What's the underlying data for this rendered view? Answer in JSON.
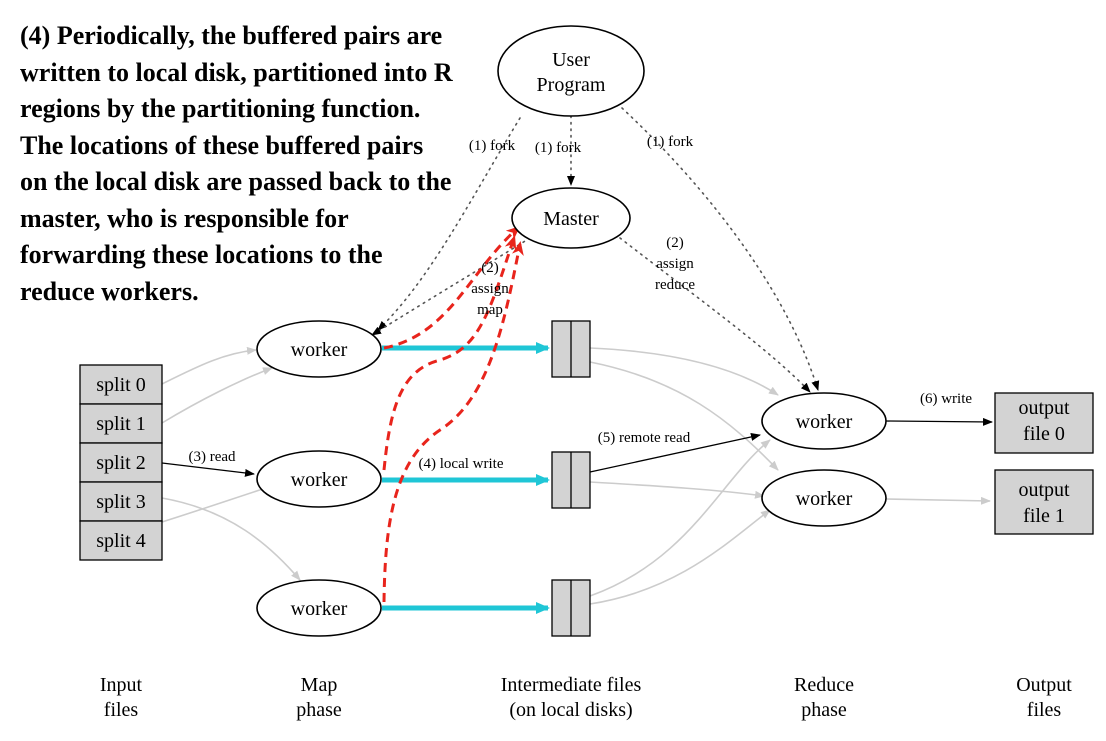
{
  "annotation": {
    "lines": [
      "(4) Periodically, the buffered pairs are",
      "written to local disk, partitioned into R",
      "regions by the partitioning function.",
      "The locations of these buffered pairs",
      "on the local disk are passed back to the",
      "master, who is responsible for",
      "forwarding these locations to the",
      "reduce workers."
    ]
  },
  "nodes": {
    "user_program": [
      "User",
      "Program"
    ],
    "master": "Master",
    "map_worker": "worker",
    "reduce_worker": "worker",
    "splits": [
      "split 0",
      "split 1",
      "split 2",
      "split 3",
      "split 4"
    ],
    "outputs": [
      [
        "output",
        "file 0"
      ],
      [
        "output",
        "file 1"
      ]
    ]
  },
  "edge_labels": {
    "fork_left": "(1) fork",
    "fork_center": "(1) fork",
    "fork_right": "(1) fork",
    "assign_map": [
      "(2)",
      "assign",
      "map"
    ],
    "assign_reduce": [
      "(2)",
      "assign",
      "reduce"
    ],
    "read": "(3) read",
    "local_write": "(4) local write",
    "remote_read": "(5) remote read",
    "write": "(6) write"
  },
  "columns": {
    "input": [
      "Input",
      "files"
    ],
    "map": [
      "Map",
      "phase"
    ],
    "intermediate": [
      "Intermediate files",
      "(on local disks)"
    ],
    "reduce": [
      "Reduce",
      "phase"
    ],
    "output": [
      "Output",
      "files"
    ]
  },
  "colors": {
    "box_fill": "#d3d3d3",
    "gray_line": "#cccccc",
    "cyan_arrow": "#1fc6d6",
    "red_dashed": "#e8241c",
    "text": "#000000"
  }
}
